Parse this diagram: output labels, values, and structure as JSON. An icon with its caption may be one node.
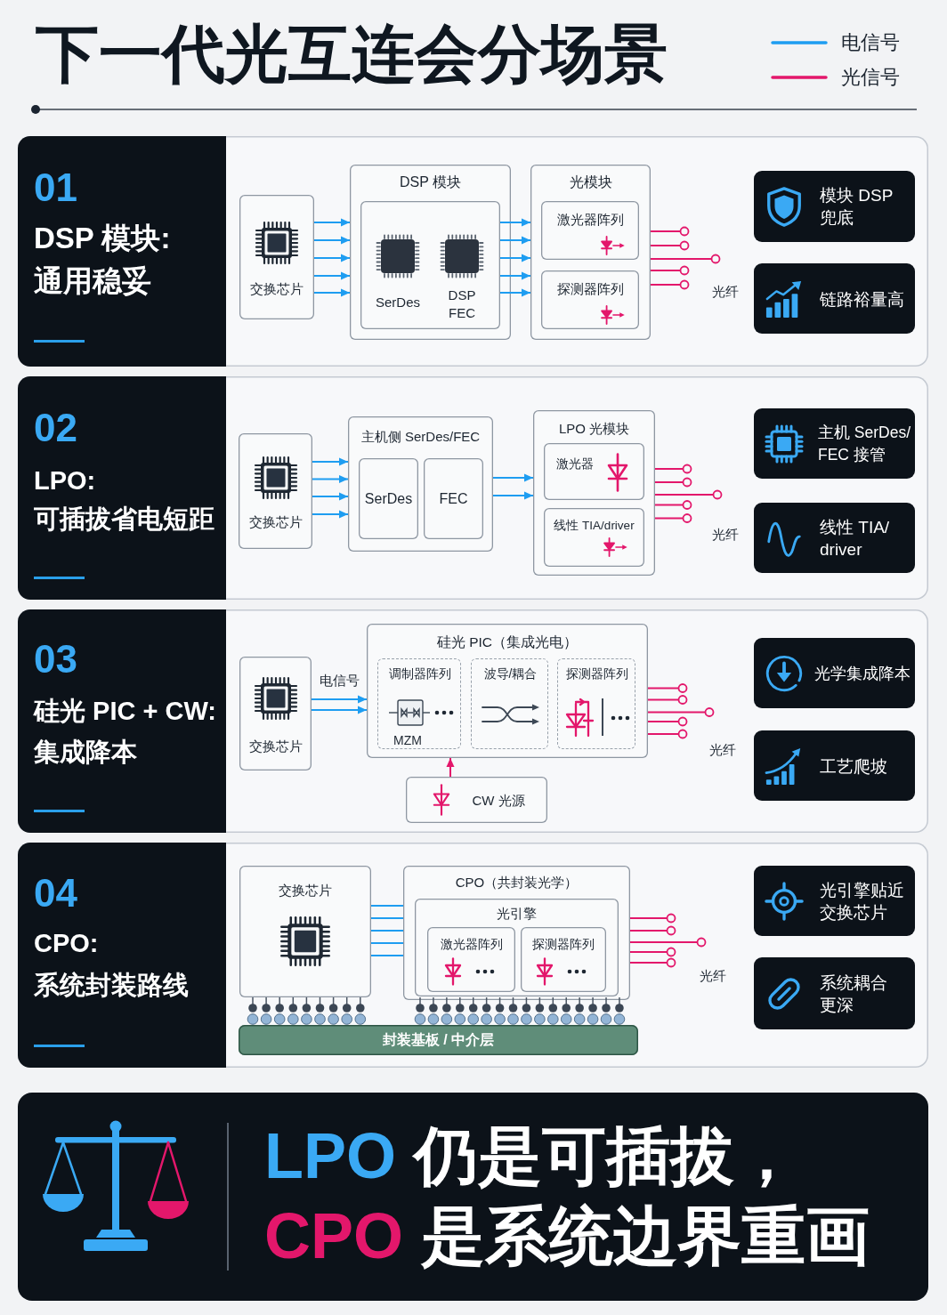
{
  "diagram": {
    "title": "下一代光互连会分场景",
    "nodes": [
      {
        "text": [
          "01",
          "DSP 模块:通用稳妥"
        ]
      },
      {
        "text": [
          "交换芯片"
        ],
        "in": 0
      },
      {
        "text": [
          "DSP 模块"
        ],
        "in": 0
      },
      {
        "text": [
          "SerDes",
          "DSP FEC"
        ],
        "in": 2
      },
      {
        "text": [
          "光模块"
        ],
        "in": 0
      },
      {
        "text": [
          "激光器阵列"
        ],
        "in": 4
      },
      {
        "text": [
          "探测器阵列"
        ],
        "in": 4
      },
      {
        "text": [
          "模块 DSP 兜底"
        ],
        "in": 0
      },
      {
        "text": [
          "链路裕量高"
        ],
        "in": 0
      },
      {
        "text": [
          "02",
          "LPO:可插拔省电短距"
        ]
      },
      {
        "text": [
          "交换芯片"
        ],
        "in": 9
      },
      {
        "text": [
          "主机侧 SerDes/FEC"
        ],
        "in": 9
      },
      {
        "text": [
          "SerDes"
        ],
        "in": 11
      },
      {
        "text": [
          "FEC"
        ],
        "in": 11
      },
      {
        "text": [
          "LPO 光模块"
        ],
        "in": 9
      },
      {
        "text": [
          "激光器"
        ],
        "in": 14
      },
      {
        "text": [
          "线性 TIA/driver"
        ],
        "in": 14
      },
      {
        "text": [
          "主机 SerDes/FEC 接管"
        ],
        "in": 9
      },
      {
        "text": [
          "线性 TIA/driver"
        ],
        "in": 9
      },
      {
        "text": [
          "03",
          "硅光 PIC + CW:集成降本"
        ]
      },
      {
        "text": [
          "交换芯片"
        ],
        "in": 19
      },
      {
        "text": [
          "硅光 PIC（集成光电）"
        ],
        "in": 19
      },
      {
        "text": [
          "调制器阵列",
          "MZM"
        ],
        "in": 21
      },
      {
        "text": [
          "波导/耦合"
        ],
        "in": 21
      },
      {
        "text": [
          "探测器阵列"
        ],
        "in": 21
      },
      {
        "text": [
          "CW 光源"
        ],
        "in": 19
      },
      {
        "text": [
          "光学集成降本"
        ],
        "in": 19
      },
      {
        "text": [
          "工艺爬坡"
        ],
        "in": 19
      },
      {
        "text": [
          "04",
          "CPO:系统封装路线"
        ]
      },
      {
        "text": [
          "交换芯片"
        ],
        "in": 28
      },
      {
        "text": [
          "CPO（共封装光学）"
        ],
        "in": 28
      },
      {
        "text": [
          "光引擎"
        ],
        "in": 30
      },
      {
        "text": [
          "激光器阵列"
        ],
        "in": 31
      },
      {
        "text": [
          "探测器阵列"
        ],
        "in": 31
      },
      {
        "text": [
          "封装基板 / 中介层"
        ],
        "in": 28
      },
      {
        "text": [
          "光引擎贴近交换芯片"
        ],
        "in": 28
      },
      {
        "text": [
          "系统耦合更深"
        ],
        "in": 28
      },
      {
        "text": [
          "LPO 仍是可插拔，",
          "CPO 是系统边界重画"
        ]
      }
    ],
    "edges": [
      {
        "from": 1,
        "to": 2,
        "arrow": "to",
        "color": "#1e9df1"
      },
      {
        "from": 1,
        "to": 2,
        "arrow": "to",
        "color": "#1e9df1"
      },
      {
        "from": 1,
        "to": 2,
        "arrow": "to",
        "color": "#1e9df1"
      },
      {
        "from": 1,
        "to": 2,
        "arrow": "to",
        "color": "#1e9df1"
      },
      {
        "from": 1,
        "to": 2,
        "arrow": "to",
        "color": "#1e9df1"
      },
      {
        "from": 3,
        "to": 4,
        "arrow": "to",
        "color": "#1e9df1"
      },
      {
        "from": 3,
        "to": 4,
        "arrow": "to",
        "color": "#1e9df1"
      },
      {
        "from": 3,
        "to": 4,
        "arrow": "to",
        "color": "#1e9df1"
      },
      {
        "from": 3,
        "to": 4,
        "arrow": "to",
        "color": "#1e9df1"
      },
      {
        "from": 3,
        "to": 4,
        "arrow": "to",
        "color": "#1e9df1"
      },
      {
        "from": 4,
        "to": null,
        "arrow": "other",
        "color": "#e3176b"
      },
      {
        "from": 4,
        "to": null,
        "arrow": "other",
        "color": "#e3176b"
      },
      {
        "from": 4,
        "to": null,
        "arrow": "other",
        "color": "#e3176b"
      },
      {
        "from": 4,
        "to": null,
        "arrow": "other",
        "color": "#e3176b"
      },
      {
        "from": 4,
        "to": null,
        "arrow": "other",
        "color": "#e3176b"
      },
      {
        "from": 10,
        "to": 11,
        "arrow": "to",
        "color": "#1e9df1"
      },
      {
        "from": 10,
        "to": 11,
        "arrow": "to",
        "color": "#1e9df1"
      },
      {
        "from": 10,
        "to": 11,
        "arrow": "to",
        "color": "#1e9df1"
      },
      {
        "from": 10,
        "to": 11,
        "arrow": "to",
        "color": "#1e9df1"
      },
      {
        "from": 11,
        "to": 14,
        "arrow": "to",
        "color": "#1e9df1"
      },
      {
        "from": 11,
        "to": 14,
        "arrow": "to",
        "color": "#1e9df1"
      },
      {
        "from": 14,
        "to": null,
        "arrow": "other",
        "color": "#e3176b"
      },
      {
        "from": 14,
        "to": null,
        "arrow": "other",
        "color": "#e3176b"
      },
      {
        "from": 14,
        "to": null,
        "arrow": "other",
        "color": "#e3176b"
      },
      {
        "from": 14,
        "to": null,
        "arrow": "other",
        "color": "#e3176b"
      },
      {
        "from": 14,
        "to": null,
        "arrow": "other",
        "color": "#e3176b"
      },
      {
        "from": 20,
        "to": 21,
        "arrow": "to",
        "label": "电信号",
        "color": "#1e9df1"
      },
      {
        "from": 20,
        "to": 21,
        "arrow": "to",
        "color": "#1e9df1"
      },
      {
        "from": 25,
        "to": 21,
        "arrow": "to",
        "color": "#e3176b"
      },
      {
        "from": 21,
        "to": null,
        "arrow": "other",
        "color": "#e3176b"
      },
      {
        "from": 21,
        "to": null,
        "arrow": "other",
        "color": "#e3176b"
      },
      {
        "from": 21,
        "to": null,
        "arrow": "other",
        "color": "#e3176b"
      },
      {
        "from": 21,
        "to": null,
        "arrow": "other",
        "color": "#e3176b"
      },
      {
        "from": 21,
        "to": null,
        "arrow": "other",
        "color": "#e3176b"
      },
      {
        "from": 29,
        "to": 30,
        "arrow": "none",
        "color": "#1e9df1"
      },
      {
        "from": 29,
        "to": 30,
        "arrow": "none",
        "color": "#1e9df1"
      },
      {
        "from": 29,
        "to": 30,
        "arrow": "none",
        "color": "#1e9df1"
      },
      {
        "from": 29,
        "to": 30,
        "arrow": "none",
        "color": "#1e9df1"
      },
      {
        "from": 29,
        "to": 30,
        "arrow": "none",
        "color": "#1e9df1"
      },
      {
        "from": 30,
        "to": null,
        "arrow": "other",
        "color": "#e3176b"
      },
      {
        "from": 30,
        "to": null,
        "arrow": "other",
        "color": "#e3176b"
      },
      {
        "from": 30,
        "to": null,
        "arrow": "other",
        "color": "#e3176b"
      },
      {
        "from": 30,
        "to": null,
        "arrow": "other",
        "color": "#e3176b"
      },
      {
        "from": 30,
        "to": null,
        "arrow": "other",
        "color": "#e3176b"
      }
    ],
    "labels": [
      "光纤",
      "光纤",
      "光纤",
      "光纤"
    ],
    "legend": [
      {
        "text": "电信号",
        "color": "#1e9df1"
      },
      {
        "text": "光信号",
        "color": "#e3176b"
      }
    ]
  }
}
